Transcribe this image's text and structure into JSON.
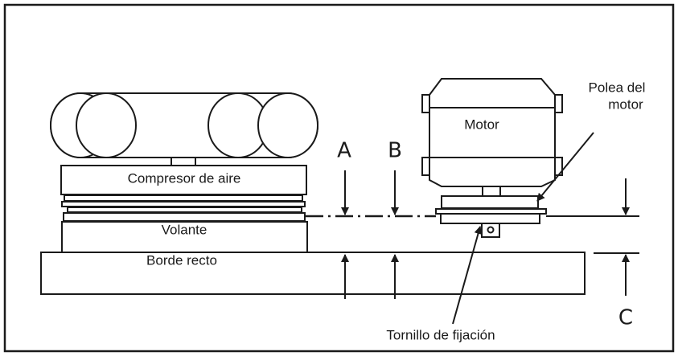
{
  "labels": {
    "compressor": "Compresor de aire",
    "flywheel": "Volante",
    "straight_edge": "Borde recto",
    "motor": "Motor",
    "motor_pulley_line1": "Polea del",
    "motor_pulley_line2": "motor",
    "set_screw": "Tornillo de fijación",
    "point_a": "A",
    "point_b": "B",
    "point_c": "C"
  },
  "colors": {
    "line": "#1a1a1a",
    "background": "#ffffff"
  }
}
